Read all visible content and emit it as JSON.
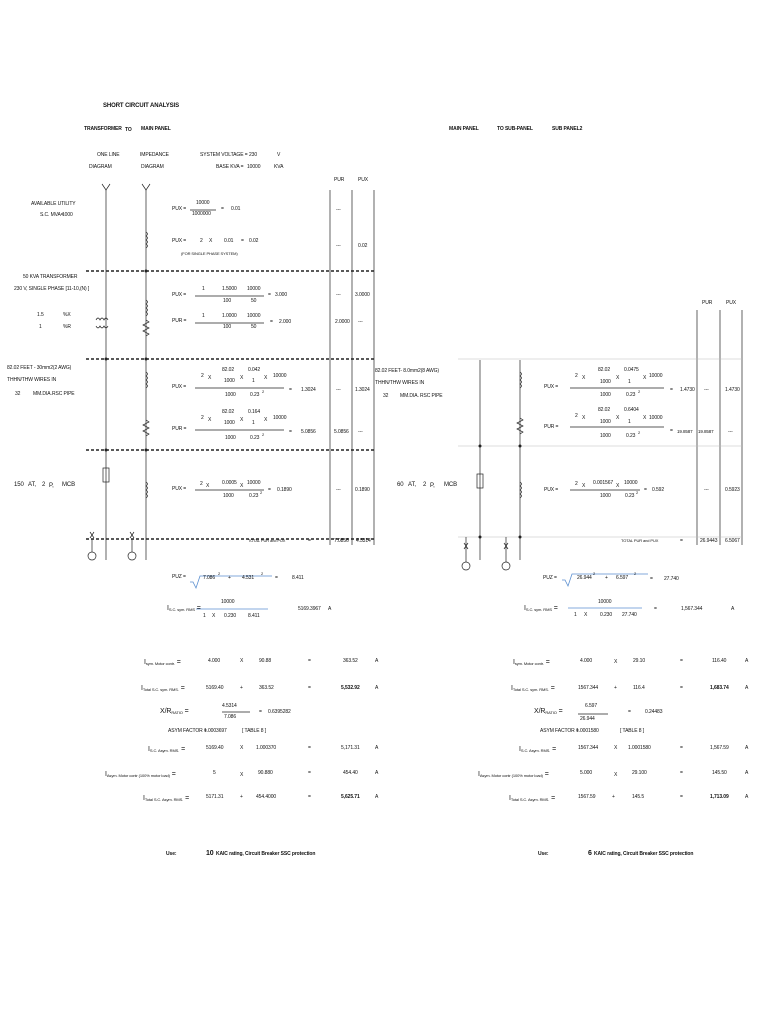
{
  "title": "SHORT CIRCUIT ANALYSIS",
  "left_header": {
    "transformer": "TRANSFORMER",
    "to": "TO",
    "main_panel": "MAIN PANEL"
  },
  "right_header": {
    "main_panel": "MAIN PANEL",
    "to_sub": "TO SUB-PANEL",
    "sub_panel": "SUB PANEL2"
  },
  "diagram_labels": {
    "one_line": "ONE LINE",
    "impedance": "IMPEDANCE",
    "diagram": "DIAGRAM"
  },
  "system": {
    "voltage_label": "SYSTEM VOLTAGE =",
    "voltage": "230",
    "voltage_unit": "V",
    "base_label": "BASE KVA =",
    "base": "10000",
    "base_unit": "KVA"
  },
  "cols": {
    "pur": "PUR",
    "pux": "PUX"
  },
  "utility": {
    "l1": "AVAILABLE UTILITY",
    "l2": "S.C. MVA=",
    "val": "1000",
    "pux_lbl": "PUX =",
    "num": "10000",
    "den": "1000000",
    "eq": "=",
    "res": "0.01",
    "dash": "---"
  },
  "single_phase": {
    "pux_lbl": "PUX =",
    "two": "2",
    "x": "X",
    "v": "0.01",
    "eq": "=",
    "res": "0.02",
    "note": "(FOR SINGLE PHASE SYSTEM)",
    "dash": "---",
    "col": "0.02"
  },
  "transformer": {
    "l1": "50 KVA TRANSFORMER",
    "l2": "230  V, SINGLE PHASE [11-10,(N) ]",
    "pct_x_v": "1.5",
    "pct_x": "%X",
    "pct_r_v": "1",
    "pct_r": "%R",
    "pux_lbl": "PUX =",
    "one": "1",
    "p1": "1.5000",
    "b1": "10000",
    "d1": "100",
    "d2": "50",
    "eq": "=",
    "res": "3.000",
    "pur_lbl": "PUR =",
    "p2": "1.0000",
    "b2": "10000",
    "d3": "100",
    "d4": "50",
    "res2": "2.000",
    "col_dash": "---",
    "col_pux": "3.0000",
    "col_pur": "2.0000"
  },
  "wire_l": {
    "l1": "82.02  FEET - 30mm2(2 AWG)",
    "l2": "THHN/THW WIRES  IN",
    "l3v": "32",
    "l3a": "MM.DIA.",
    "l3b": "RSC PIPE",
    "pux_lbl": "PUX =",
    "two": "2",
    "x": "X",
    "a": "82.02",
    "b": "0.042",
    "c": "10000",
    "d": "1000",
    "e": "1",
    "f": "1000",
    "g": "0.23",
    "sq": "2",
    "eq": "=",
    "res": "1.3024",
    "pur_lbl": "PUR =",
    "a2": "82.02",
    "b2": "0.164",
    "c2": "10000",
    "f2": "1000",
    "g2": "0.23",
    "res2": "5.0856",
    "col_dash": "---",
    "col_pux": "1.3024",
    "col_pur": "5.0856"
  },
  "breaker_l": {
    "l1a": "150",
    "l1b": "AT,",
    "l1c": "2",
    "l1d": "P,",
    "l1e": "MCB",
    "pux_lbl": "PUX =",
    "two": "2",
    "x": "X",
    "a": "0.0005",
    "b": "10000",
    "c": "1000",
    "d": "0.23",
    "sq": "2",
    "eq": "=",
    "res": "0.1890",
    "col_dash": "---",
    "col_pux": "0.1890"
  },
  "total_l": {
    "label": "TOTAL PUR and PUX",
    "eq": "=",
    "pur": "7.0856",
    "pux": "4.5314"
  },
  "puz_l": {
    "lbl": "PUZ =",
    "a": "7.086",
    "p": "+",
    "b": "4.531",
    "sq": "2",
    "eq": "=",
    "res": "8.411"
  },
  "isc_l": {
    "I": "I",
    "sub": "S.C. sym. RMS",
    "eq": "=",
    "num": "10000",
    "one": "1",
    "x": "X",
    "d1": "0.230",
    "d2": "8.411",
    "res": "5169.3967",
    "unit": "A"
  },
  "calc_l": {
    "r1": {
      "I": "I",
      "sub": "sym. Motor  contr.",
      "eq": "=",
      "a": "4.000",
      "x": "X",
      "b": "90.88",
      "eq2": "=",
      "res": "363.52",
      "unit": "A"
    },
    "r2": {
      "I": "I",
      "sub": "Total S.C. sym. RMS.",
      "eq": "=",
      "a": "5169.40",
      "p": "+",
      "b": "363.52",
      "eq2": "=",
      "res": "5,532.92",
      "unit": "A"
    },
    "xr": {
      "lbl": "X/R",
      "sub": "RATIO",
      "eq": "=",
      "num": "4.5314",
      "den": "7.086",
      "eq2": "=",
      "res": "0.6395282"
    },
    "asym": {
      "lbl": "ASYM FACTOR =",
      "val": "1.0003697",
      "tbl": "[ TABLE 8 ]"
    },
    "r3": {
      "I": "I",
      "sub": "S.C. Asym. RMS.",
      "eq": "=",
      "a": "5169.40",
      "x": "X",
      "b": "1.000370",
      "eq2": "=",
      "res": "5,171.31",
      "unit": "A"
    },
    "r4": {
      "I": "I",
      "sub": "Asym. Motor  contr (100% motor load)",
      "eq": "=",
      "a": "5",
      "x": "X",
      "b": "90.880",
      "eq2": "=",
      "res": "454.40",
      "unit": "A"
    },
    "r5": {
      "I": "I",
      "sub": "Total S.C. Asym. RMS.",
      "eq": "=",
      "a": "5171.31",
      "p": "+",
      "b": "454.4000",
      "eq2": "=",
      "res": "5,625.71",
      "unit": "A"
    }
  },
  "use_l": {
    "lbl": "Use:",
    "val": "10",
    "text": "KAIC  rating, Circuit Breaker SSC protection"
  },
  "wire_r": {
    "l1": "82.02  FEET- 8.0mm2(8 AWG)",
    "l2": "THHN/THW WIRES IN",
    "l3v": "32",
    "l3a": "MM.DIA.",
    "l3b": "RSC PIPE",
    "pux_lbl": "PUX =",
    "two": "2",
    "x": "X",
    "a": "82.02",
    "b": "0.0475",
    "c": "10000",
    "d": "1000",
    "e": "1",
    "f": "1000",
    "g": "0.23",
    "sq": "2",
    "eq": "=",
    "res": "1.4730",
    "pur_lbl": "PUR =",
    "a2": "82.02",
    "b2": "0.6404",
    "c2": "10000",
    "f2": "1000",
    "g2": "0.23",
    "res2": "19.8587",
    "col_dash": "---",
    "col_pux": "1.4730",
    "col_pur": "19.8587"
  },
  "breaker_r": {
    "l1a": "60",
    "l1b": "AT,",
    "l1c": "2",
    "l1d": "P,",
    "l1e": "MCB",
    "pux_lbl": "PUX =",
    "two": "2",
    "x": "X",
    "a": "0.001567",
    "b": "10000",
    "c": "1000",
    "d": "0.23",
    "sq": "2",
    "eq": "=",
    "res": "0.592",
    "col_dash": "---",
    "col_pux": "0.5923"
  },
  "total_r": {
    "label": "TOTAL PUR and PUX",
    "eq": "=",
    "pur": "26.9443",
    "pux": "6.5067"
  },
  "puz_r": {
    "lbl": "PUZ =",
    "a": "26.944",
    "p": "+",
    "b": "6.597",
    "sq": "2",
    "eq": "=",
    "res": "27.740"
  },
  "isc_r": {
    "I": "I",
    "sub": "S.C. sym. RMS",
    "eq": "=",
    "num": "10000",
    "one": "1",
    "x": "X",
    "d1": "0.230",
    "d2": "27.740",
    "eq2": "=",
    "res": "1,567.344",
    "unit": "A"
  },
  "calc_r": {
    "r1": {
      "I": "I",
      "sub": "sym. Motor  contr.",
      "eq": "=",
      "a": "4.000",
      "x": "X",
      "b": "29.10",
      "eq2": "=",
      "res": "116.40",
      "unit": "A"
    },
    "r2": {
      "I": "I",
      "sub": "Total S.C. sym. RMS.",
      "eq": "=",
      "a": "1567.344",
      "p": "+",
      "b": "116.4",
      "eq2": "=",
      "res": "1,683.74",
      "unit": "A"
    },
    "xr": {
      "lbl": "X/R",
      "sub": "RATIO",
      "eq": "=",
      "num": "6.597",
      "den": "26.944",
      "eq2": "=",
      "res": "0.24483"
    },
    "asym": {
      "lbl": "ASYM FACTOR =",
      "val": "1.0001580",
      "tbl": "[ TABLE 8 ]"
    },
    "r3": {
      "I": "I",
      "sub": "S.C. Asym. RMS.",
      "eq": "=",
      "a": "1567.344",
      "x": "X",
      "b": "1.0001580",
      "eq2": "=",
      "res": "1,567.59",
      "unit": "A"
    },
    "r4": {
      "I": "I",
      "sub": "Asym. Motor  contr (100% motor load)",
      "eq": "=",
      "a": "5.000",
      "x": "X",
      "b": "29.100",
      "eq2": "=",
      "res": "145.50",
      "unit": "A"
    },
    "r5": {
      "I": "I",
      "sub": "Total S.C. Asym. RMS.",
      "eq": "=",
      "a": "1567.59",
      "p": "+",
      "b": "145.5",
      "eq2": "=",
      "res": "1,713.09",
      "unit": "A"
    }
  },
  "use_r": {
    "lbl": "Use:",
    "val": "6",
    "text": "KAIC  rating, Circuit Breaker SSC protection"
  }
}
